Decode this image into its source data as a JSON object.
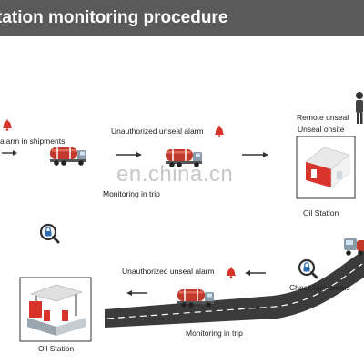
{
  "header": {
    "title": "tation monitoring procedure"
  },
  "labels": {
    "alarm_in_shipments": "alarm in shipments",
    "unauthorized_unseal_alarm_top": "Unauthorized unseal alarm",
    "monitoring_in_trip_top": "Monitoring in trip",
    "remote_unseal": "Remote unseal",
    "unseal_onsite": "Unseal onsite",
    "oil_station_right": "Oil Station",
    "check_lock_status": "Check lock status",
    "unauthorized_unseal_alarm_bottom": "Unauthorized unseal alarm",
    "monitoring_in_trip_bottom": "Monitoring in trip",
    "oil_station_left": "Oil Station"
  },
  "watermark": "en.china.cn",
  "icons": [
    "alarm-bell-icon",
    "tanker-truck-icon",
    "magnifier-lock-icon",
    "oil-station-icon",
    "person-icon"
  ],
  "colors": {
    "banner": "#5a5a5a",
    "alarm_red": "#d9342b",
    "tank_red": "#c0392b",
    "road": "#3b3b3b",
    "lock_blue": "#2b6cb0"
  }
}
